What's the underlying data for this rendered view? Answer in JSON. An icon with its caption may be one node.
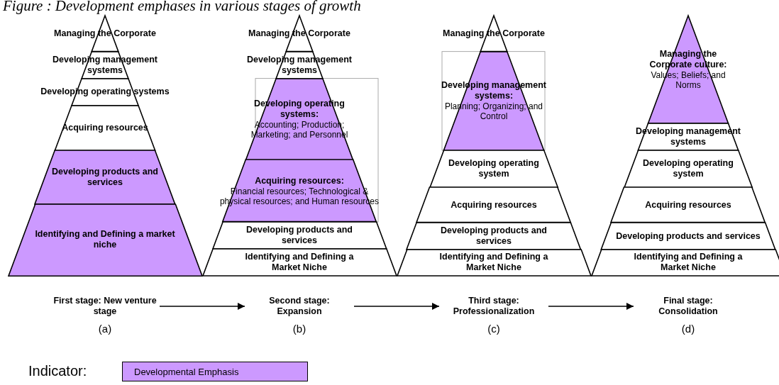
{
  "diagram": {
    "title": "Figure : Development emphases in various stages of growth",
    "nodes": [
      {
        "text": [
          "Managing the Corporate"
        ]
      },
      {
        "text": [
          "Developing management systems"
        ]
      },
      {
        "text": [
          "Developing operating systems"
        ]
      },
      {
        "text": [
          "Acquiring resources"
        ]
      },
      {
        "text": [
          "Developing products and services"
        ]
      },
      {
        "text": [
          "Identifying and Defining a market niche"
        ]
      },
      {
        "text": [
          "Managing the Corporate"
        ]
      },
      {
        "text": [
          "Developing management systems"
        ]
      },
      {
        "text": [
          "Developing operating systems:",
          "Accounting; Production; Marketing; and Personnel"
        ]
      },
      {
        "text": [
          "Acquiring resources:",
          "Financial resources; Technological & physical resources; and Human resources"
        ]
      },
      {
        "text": [
          "Developing products and services"
        ]
      },
      {
        "text": [
          "Identifying and Defining a Market Niche"
        ]
      },
      {
        "text": [
          "Managing the Corporate"
        ]
      },
      {
        "text": [
          "Developing management systems:",
          "Planning; Organizing; and Control"
        ]
      },
      {
        "text": [
          "Developing operating system"
        ]
      },
      {
        "text": [
          "Acquiring resources"
        ]
      },
      {
        "text": [
          "Developing products and services"
        ]
      },
      {
        "text": [
          "Identifying and Defining a Market Niche"
        ]
      },
      {
        "text": [
          "Managing the Corporate culture:",
          "Values; Beliefs; and Norms"
        ]
      },
      {
        "text": [
          "Developing management systems"
        ]
      },
      {
        "text": [
          "Developing operating system"
        ]
      },
      {
        "text": [
          "Acquiring resources"
        ]
      },
      {
        "text": [
          "Developing products and services"
        ]
      },
      {
        "text": [
          "Identifying and Defining a Market Niche"
        ]
      },
      {
        "text": [
          "First stage: New venture stage"
        ],
        "beside": [
          "(a)"
        ]
      },
      {
        "text": [
          "Second stage: Expansion"
        ],
        "beside": [
          "(b)"
        ]
      },
      {
        "text": [
          "Third stage: Professionalization"
        ],
        "beside": [
          "(c)"
        ]
      },
      {
        "text": [
          "Final stage: Consolidation"
        ],
        "beside": [
          "(d)"
        ]
      }
    ],
    "edges": [
      {
        "from": 24,
        "to": 25,
        "arrow": "to"
      },
      {
        "from": 25,
        "to": 26,
        "arrow": "to"
      },
      {
        "from": 26,
        "to": 27,
        "arrow": "to"
      }
    ],
    "labels": [
      "Indicator:"
    ],
    "legend": [
      {
        "text": "Developmental Emphasis",
        "color": "#cc99ff"
      }
    ]
  }
}
